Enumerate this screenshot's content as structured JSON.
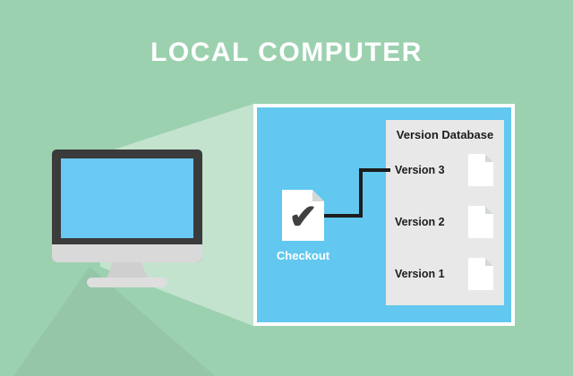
{
  "title": "LOCAL COMPUTER",
  "database": {
    "title": "Version Database",
    "versions": [
      {
        "label": "Version 3"
      },
      {
        "label": "Version 2"
      },
      {
        "label": "Version 1"
      }
    ]
  },
  "checkout": {
    "label": "Checkout",
    "check_glyph": "✔"
  },
  "icons": {
    "computer": "desktop-monitor-icon",
    "checkout_file": "document-checkmark-icon",
    "version_file": "document-icon"
  },
  "colors": {
    "background": "#9cd1b0",
    "title_text": "#ffffff",
    "panel_blue": "#62c8ef",
    "panel_border": "#ffffff",
    "screen_blue": "#6ac9f2",
    "database_bg": "#e8e8e8",
    "text_dark": "#1c1c1c",
    "connector": "#1c1c1c",
    "monitor_body": "#3b3b3b",
    "monitor_silver": "#d9d9d9"
  }
}
